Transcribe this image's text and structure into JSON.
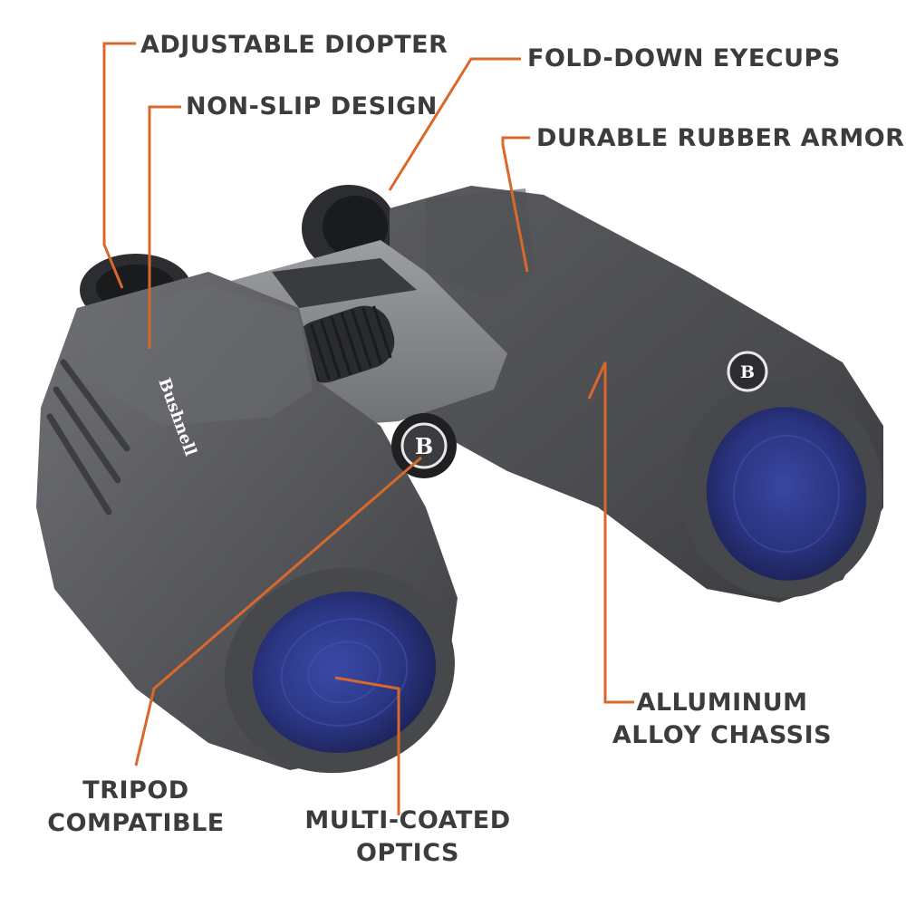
{
  "colors": {
    "leader": "#d9682b",
    "label_text": "#3c3c3c",
    "body_dark": "#4a4b4e",
    "body_mid": "#5d5e62",
    "body_light": "#6e6f73",
    "lens_blue": "#2e3a86",
    "bridge_metal": "#8a8c90"
  },
  "labels": {
    "adjustable_diopter": "ADJUSTABLE DIOPTER",
    "non_slip_design": "NON-SLIP DESIGN",
    "fold_down_eyecups": "FOLD-DOWN EYECUPS",
    "durable_rubber_armor": "DURABLE RUBBER ARMOR",
    "aluminum_line1": "ALLUMINUM",
    "aluminum_line2": "ALLOY CHASSIS",
    "tripod_line1": "TRIPOD",
    "tripod_line2": "COMPATIBLE",
    "optics_line1": "MULTI-COATED",
    "optics_line2": "OPTICS"
  },
  "brand": {
    "wordmark": "Bushnell",
    "logo_letter": "B"
  },
  "icons": [
    "binoculars-image",
    "bushnell-logo-badge"
  ]
}
